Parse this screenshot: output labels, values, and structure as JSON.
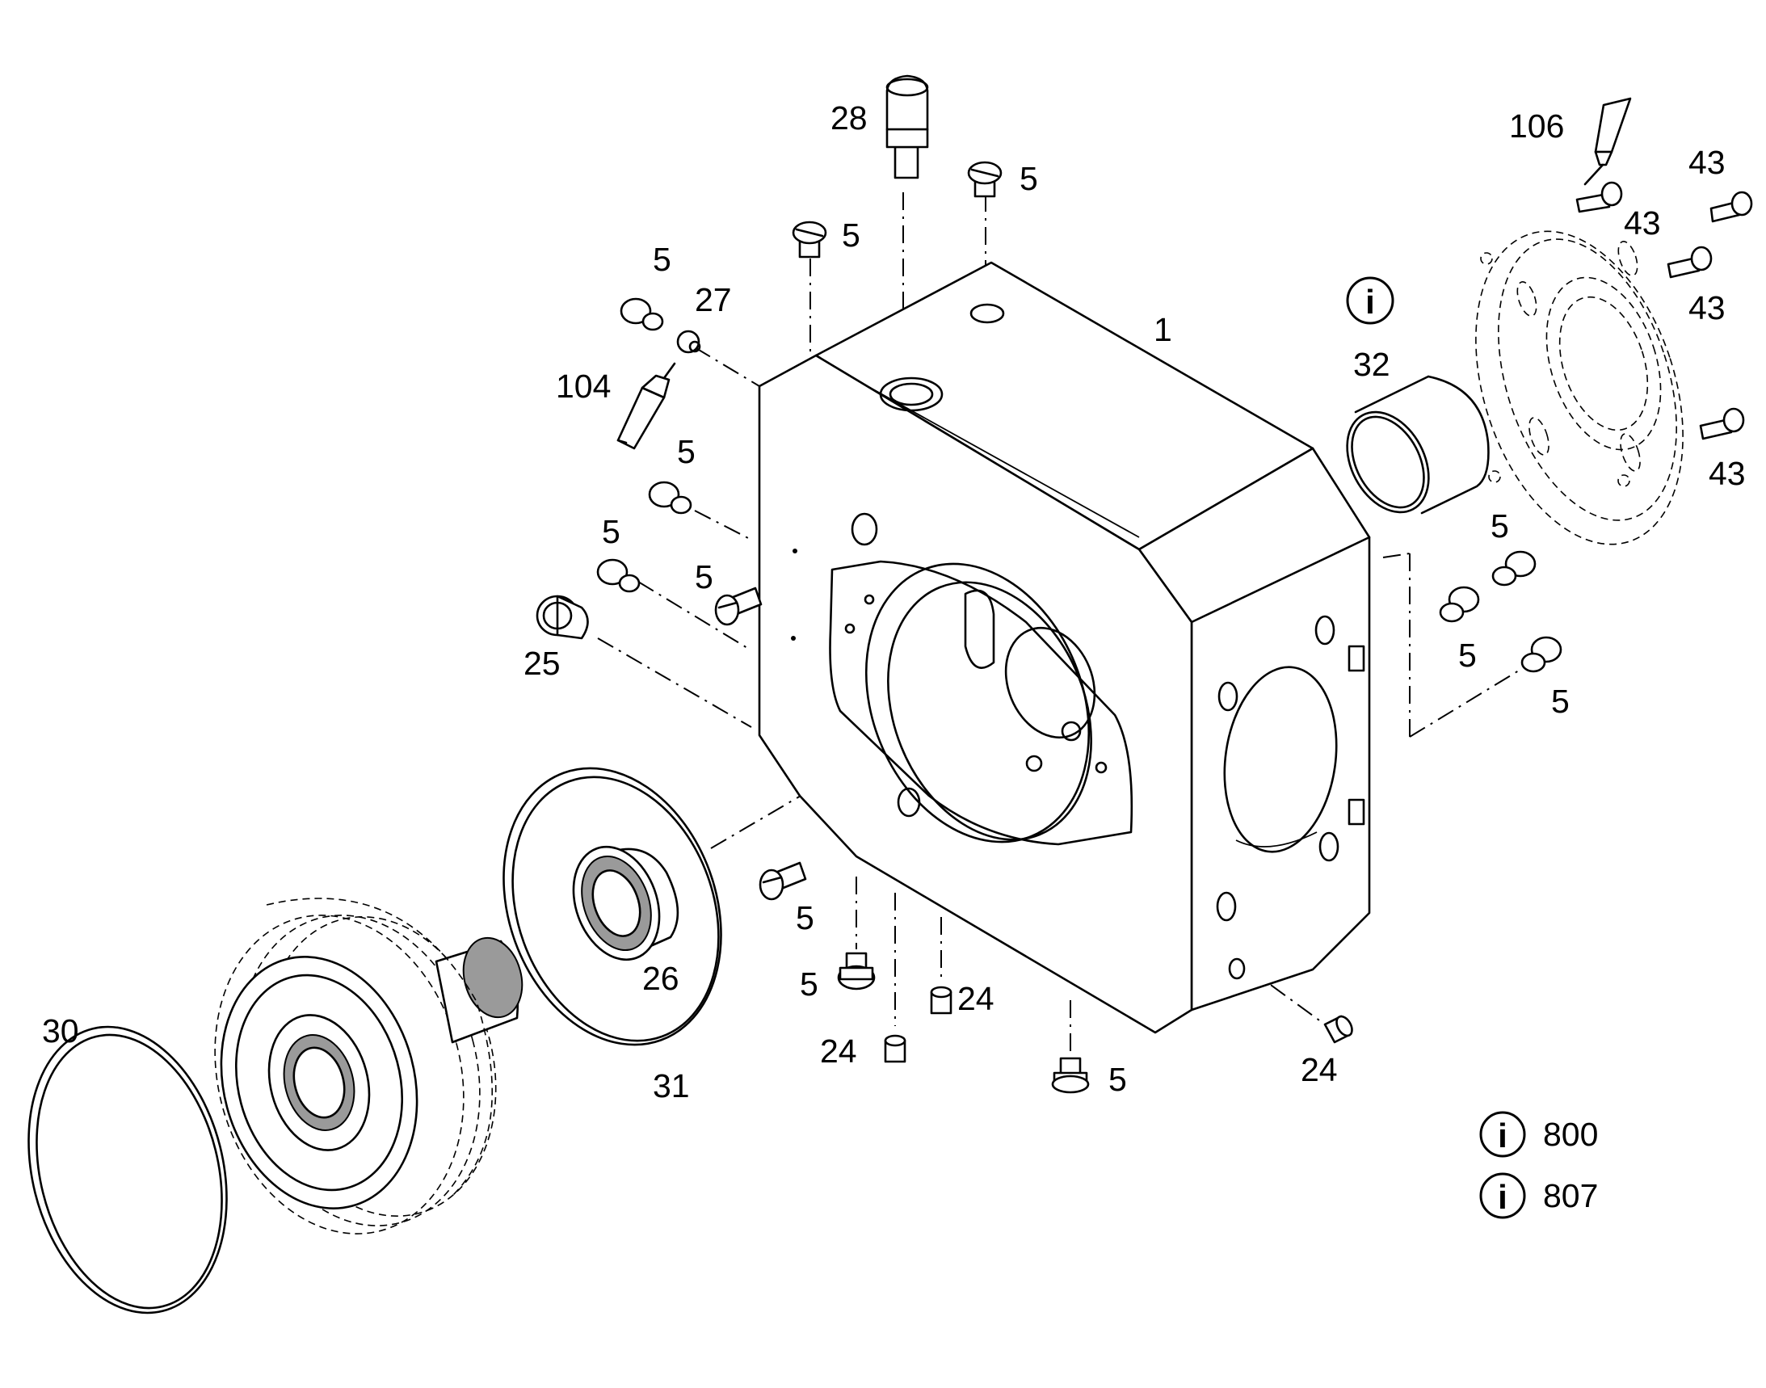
{
  "callouts": {
    "c1": "1",
    "c5": "5",
    "c24": "24",
    "c25": "25",
    "c26": "26",
    "c27": "27",
    "c28": "28",
    "c30": "30",
    "c31": "31",
    "c32": "32",
    "c43": "43",
    "c104": "104",
    "c106": "106"
  },
  "info_notes": [
    {
      "icon": "info-icon",
      "ref": "800"
    },
    {
      "icon": "info-icon",
      "ref": "807"
    }
  ],
  "info_icon_glyph": "i",
  "info_icon_near_32": "info-icon"
}
